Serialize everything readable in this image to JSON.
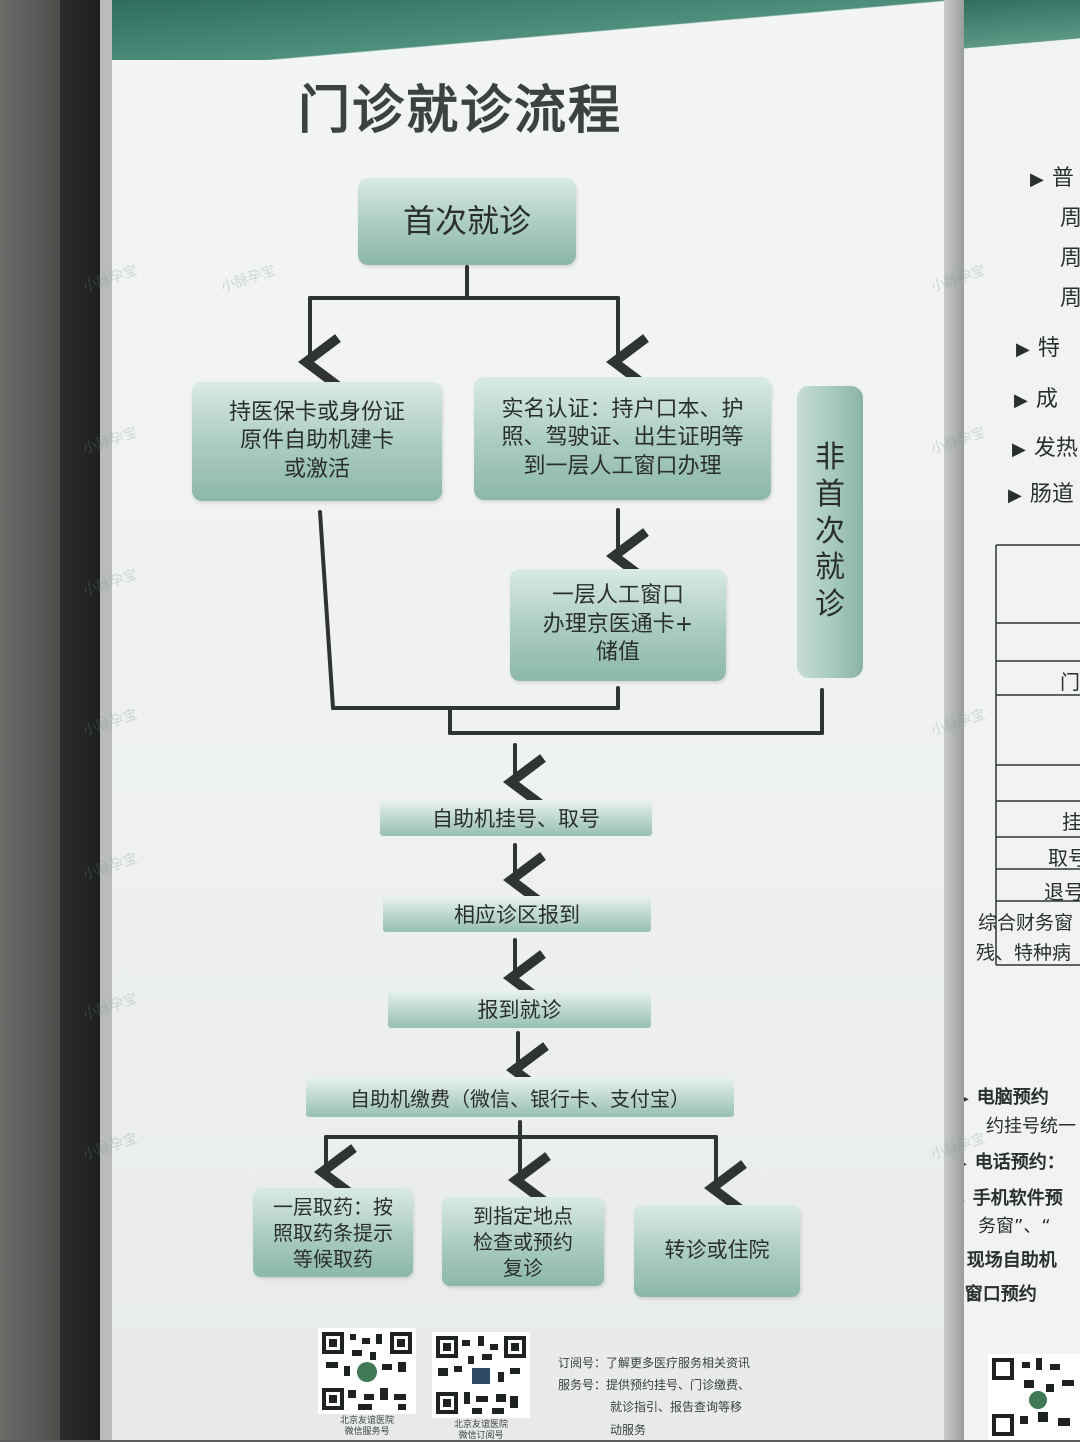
{
  "poster": {
    "title": "门诊就诊流程",
    "start": "首次就诊",
    "option_left": [
      "持医保卡或身份证",
      "原件自助机建卡",
      "或激活"
    ],
    "option_right": [
      "实名认证：持户口本、护",
      "照、驾驶证、出生证明等",
      "到一层人工窗口办理"
    ],
    "option_window": [
      "一层人工窗口",
      "办理京医通卡+",
      "储值"
    ],
    "non_first": [
      "非",
      "首",
      "次",
      "就",
      "诊"
    ],
    "step_register": "自助机挂号、取号",
    "step_checkin": "相应诊区报到",
    "step_consult": "报到就诊",
    "step_payment": "自助机缴费（微信、银行卡、支付宝）",
    "outcome_pharmacy": [
      "一层取药：按",
      "照取药条提示",
      "等候取药"
    ],
    "outcome_exam": [
      "到指定地点",
      "检查或预约",
      "复诊"
    ],
    "outcome_transfer": "转诊或住院"
  },
  "footer": {
    "qr1_caption": [
      "北京友谊医院",
      "微信服务号"
    ],
    "qr2_caption": [
      "北京友谊医院",
      "微信订阅号"
    ],
    "subscription_label": "订阅号：",
    "subscription_text": "了解更多医疗服务相关资讯",
    "service_label": "服务号：",
    "service_lines": [
      "提供预约挂号、门诊缴费、",
      "就诊指引、报告查询等移",
      "动服务"
    ]
  },
  "right_panel": {
    "top_items": [
      "普",
      "周",
      "周",
      "周"
    ],
    "bullets": [
      "特",
      "成",
      "发热",
      "肠道"
    ],
    "table_cells": [
      "门",
      "挂",
      "取号",
      "退号"
    ],
    "table_note": [
      "综合财务窗",
      "残、特种病"
    ],
    "bottom_items": [
      "电脑预约",
      "约挂号统一",
      "电话预约：",
      "手机软件预",
      "务窗”、“",
      "现场自助机",
      "窗口预约"
    ]
  },
  "watermark": "小脉孕宝",
  "colors": {
    "box_light": "#d9eae4",
    "box_dark": "#8cb7ab",
    "line": "#2f3432"
  }
}
